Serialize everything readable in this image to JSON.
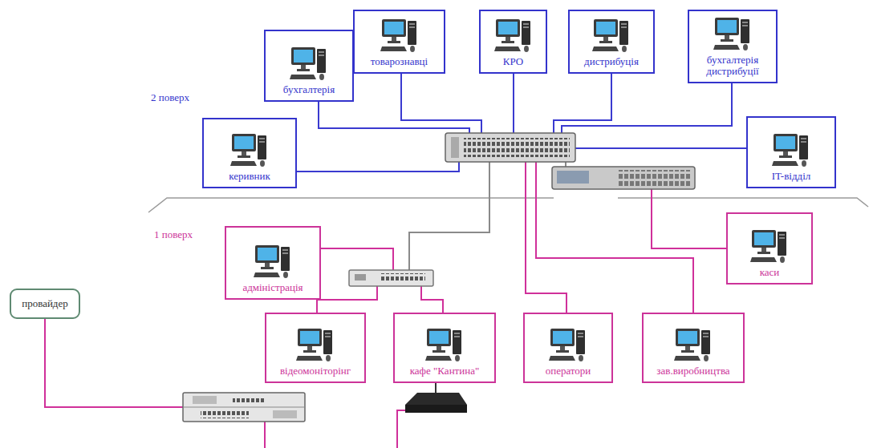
{
  "diagram": {
    "nodes": [
      {
        "text": [
          "бухгалтерія"
        ]
      },
      {
        "text": [
          "товарознавці"
        ]
      },
      {
        "text": [
          "КРО"
        ]
      },
      {
        "text": [
          "дистрибуція"
        ]
      },
      {
        "text": [
          "бухгалтерія дистрибуції"
        ]
      },
      {
        "text": [
          "керивник"
        ]
      },
      {
        "text": [
          "IT-відділ"
        ]
      },
      {
        "text": [
          "адміністрація"
        ]
      },
      {
        "text": [
          "каси"
        ]
      },
      {
        "text": [
          "провайдер"
        ]
      },
      {
        "text": [
          "відеомоніторінг"
        ]
      },
      {
        "text": [
          "кафе \"Кантина\""
        ]
      },
      {
        "text": [
          "оператори"
        ]
      },
      {
        "text": [
          "зав.виробництва"
        ]
      }
    ],
    "labels": [
      "2 поверх",
      "1 поверх"
    ]
  }
}
